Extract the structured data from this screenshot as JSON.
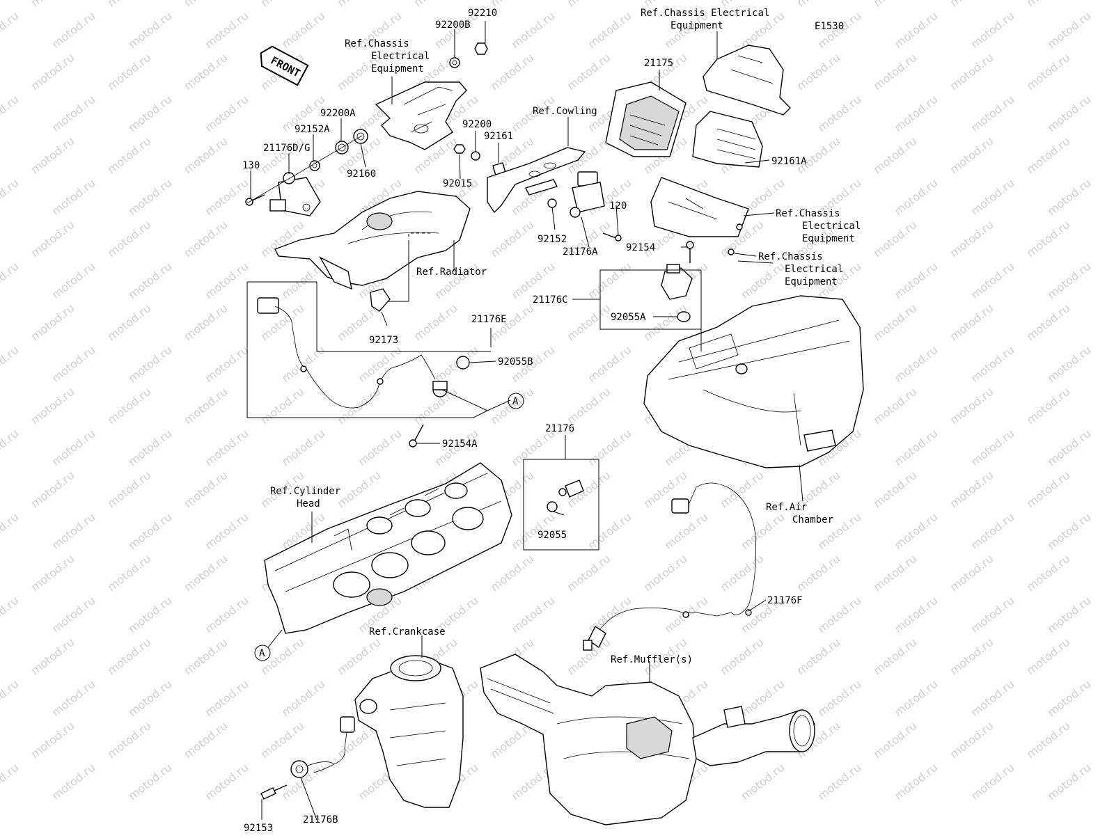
{
  "diagram_code": "E1530",
  "front_label": "FRONT",
  "watermark": "motod.ru",
  "labels": {
    "p92210": "92210",
    "p92200B": "92200B",
    "ref_chassis_1": [
      "Ref.Chassis",
      "Electrical",
      "Equipment"
    ],
    "ref_chassis_top": [
      "Ref.Chassis Electrical",
      "Equipment"
    ],
    "p21175": "21175",
    "p92200A": "92200A",
    "p92152A": "92152A",
    "p21176DG": "21176D/G",
    "p130": "130",
    "p92160": "92160",
    "p92200": "92200",
    "p92161": "92161",
    "p92015": "92015",
    "ref_cowling": "Ref.Cowling",
    "p92161A": "92161A",
    "p120": "120",
    "p92152": "92152",
    "p21176A": "21176A",
    "ref_chassis_2": [
      "Ref.Chassis",
      "Electrical",
      "Equipment"
    ],
    "ref_chassis_3": [
      "Ref.Chassis",
      "Electrical",
      "Equipment"
    ],
    "p92154": "92154",
    "ref_radiator": "Ref.Radiator",
    "p21176C": "21176C",
    "p92055A": "92055A",
    "p92173": "92173",
    "p21176E": "21176E",
    "p92055B": "92055B",
    "callout_a": "A",
    "p92154A": "92154A",
    "p21176": "21176",
    "ref_cylinder_head": [
      "Ref.Cylinder",
      "Head"
    ],
    "p92055": "92055",
    "ref_air_chamber": [
      "Ref.Air",
      "Chamber"
    ],
    "p21176F": "21176F",
    "ref_crankcase": "Ref.Crankcase",
    "ref_mufflers": "Ref.Muffler(s)",
    "p92153": "92153",
    "p21176B": "21176B"
  }
}
